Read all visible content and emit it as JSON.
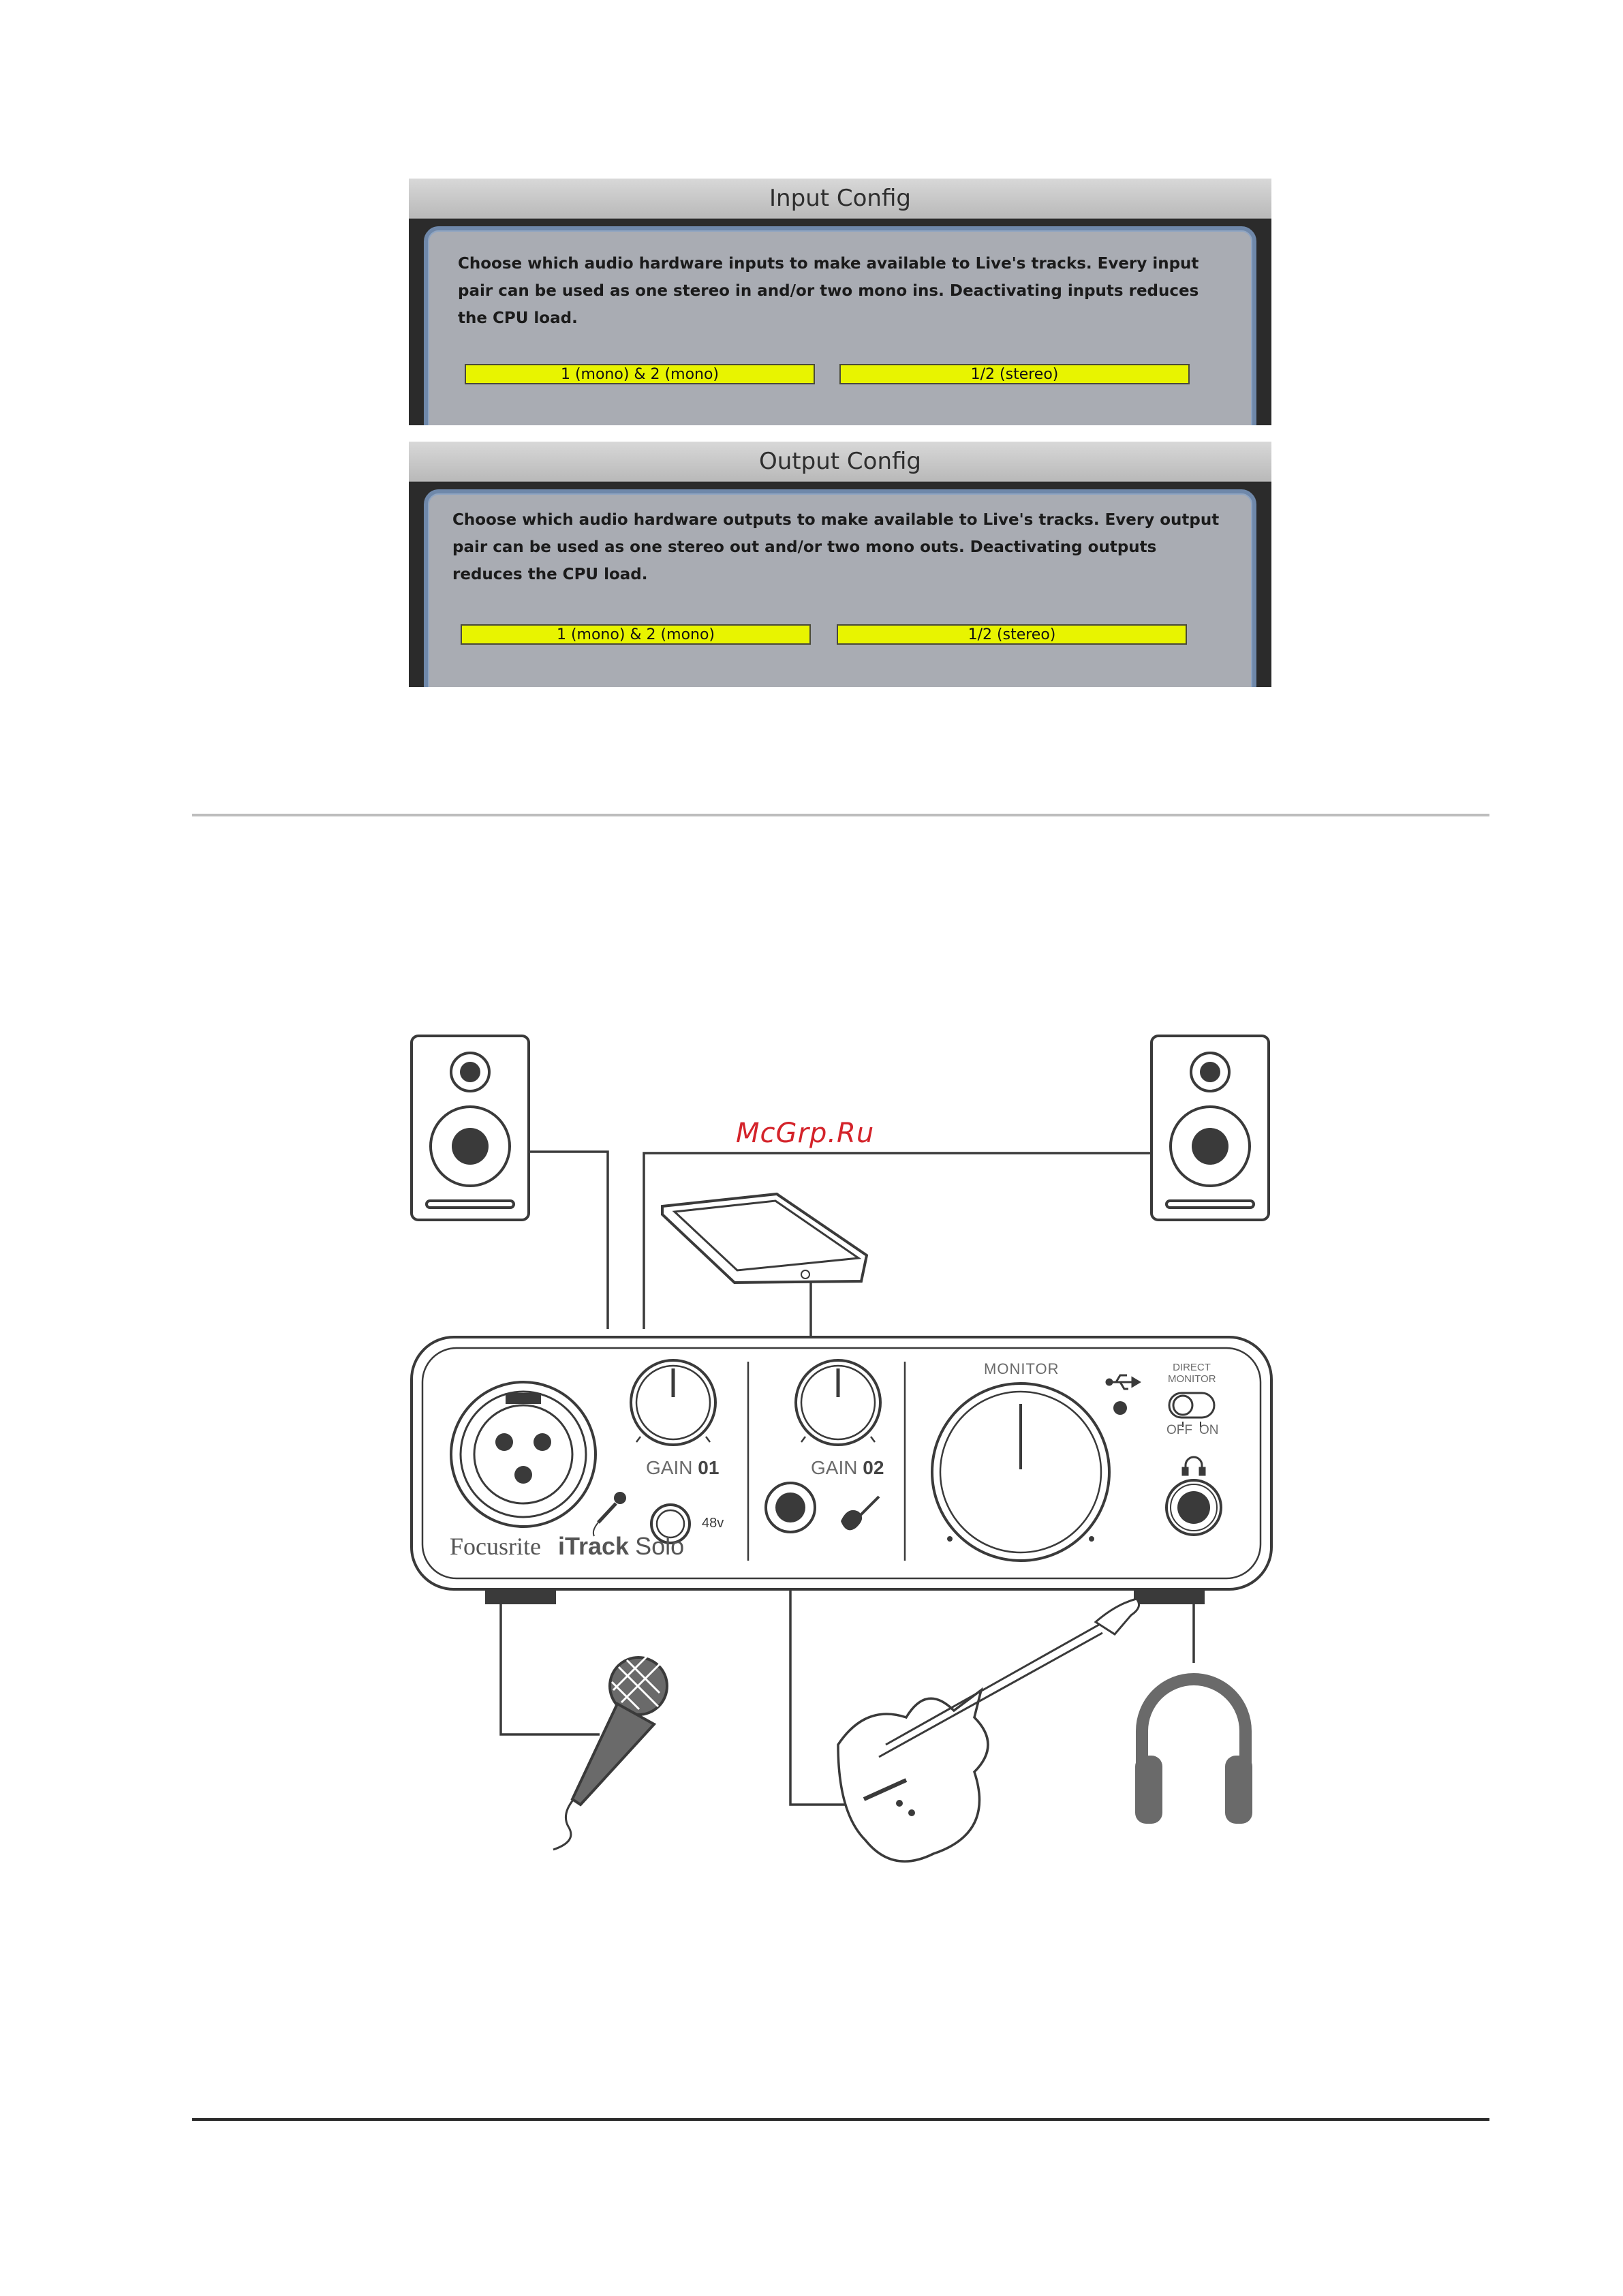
{
  "input_config": {
    "title": "Input Config",
    "description": "Choose which audio hardware inputs to make available to Live's tracks. Every input pair can be used as one stereo in and/or two mono ins.  Deactivating inputs reduces the CPU load.",
    "option_left": "1 (mono) & 2 (mono)",
    "option_right": "1/2 (stereo)"
  },
  "output_config": {
    "title": "Output Config",
    "description": "Choose which audio hardware outputs to make available to Live's tracks. Every output pair can be used as one stereo out and/or two mono outs.  Deactivating outputs reduces the CPU load.",
    "option_left": "1 (mono) & 2 (mono)",
    "option_right": "1/2 (stereo)"
  },
  "watermark": "McGrp.Ru",
  "device": {
    "brand": "Focusrite",
    "model": "iTrack",
    "model_suffix": "Solo",
    "gain1_label": "GAIN",
    "gain1_num": "01",
    "gain2_label": "GAIN",
    "gain2_num": "02",
    "phantom_label": "48v",
    "monitor_label": "MONITOR",
    "direct_monitor_line1": "DIRECT",
    "direct_monitor_line2": "MONITOR",
    "off_label": "OFF",
    "on_label": "ON"
  },
  "colors": {
    "option_fill": "#e8f400",
    "panel_border": "#6f88aa",
    "watermark": "#d4232a",
    "line": "#3a3a3a"
  }
}
